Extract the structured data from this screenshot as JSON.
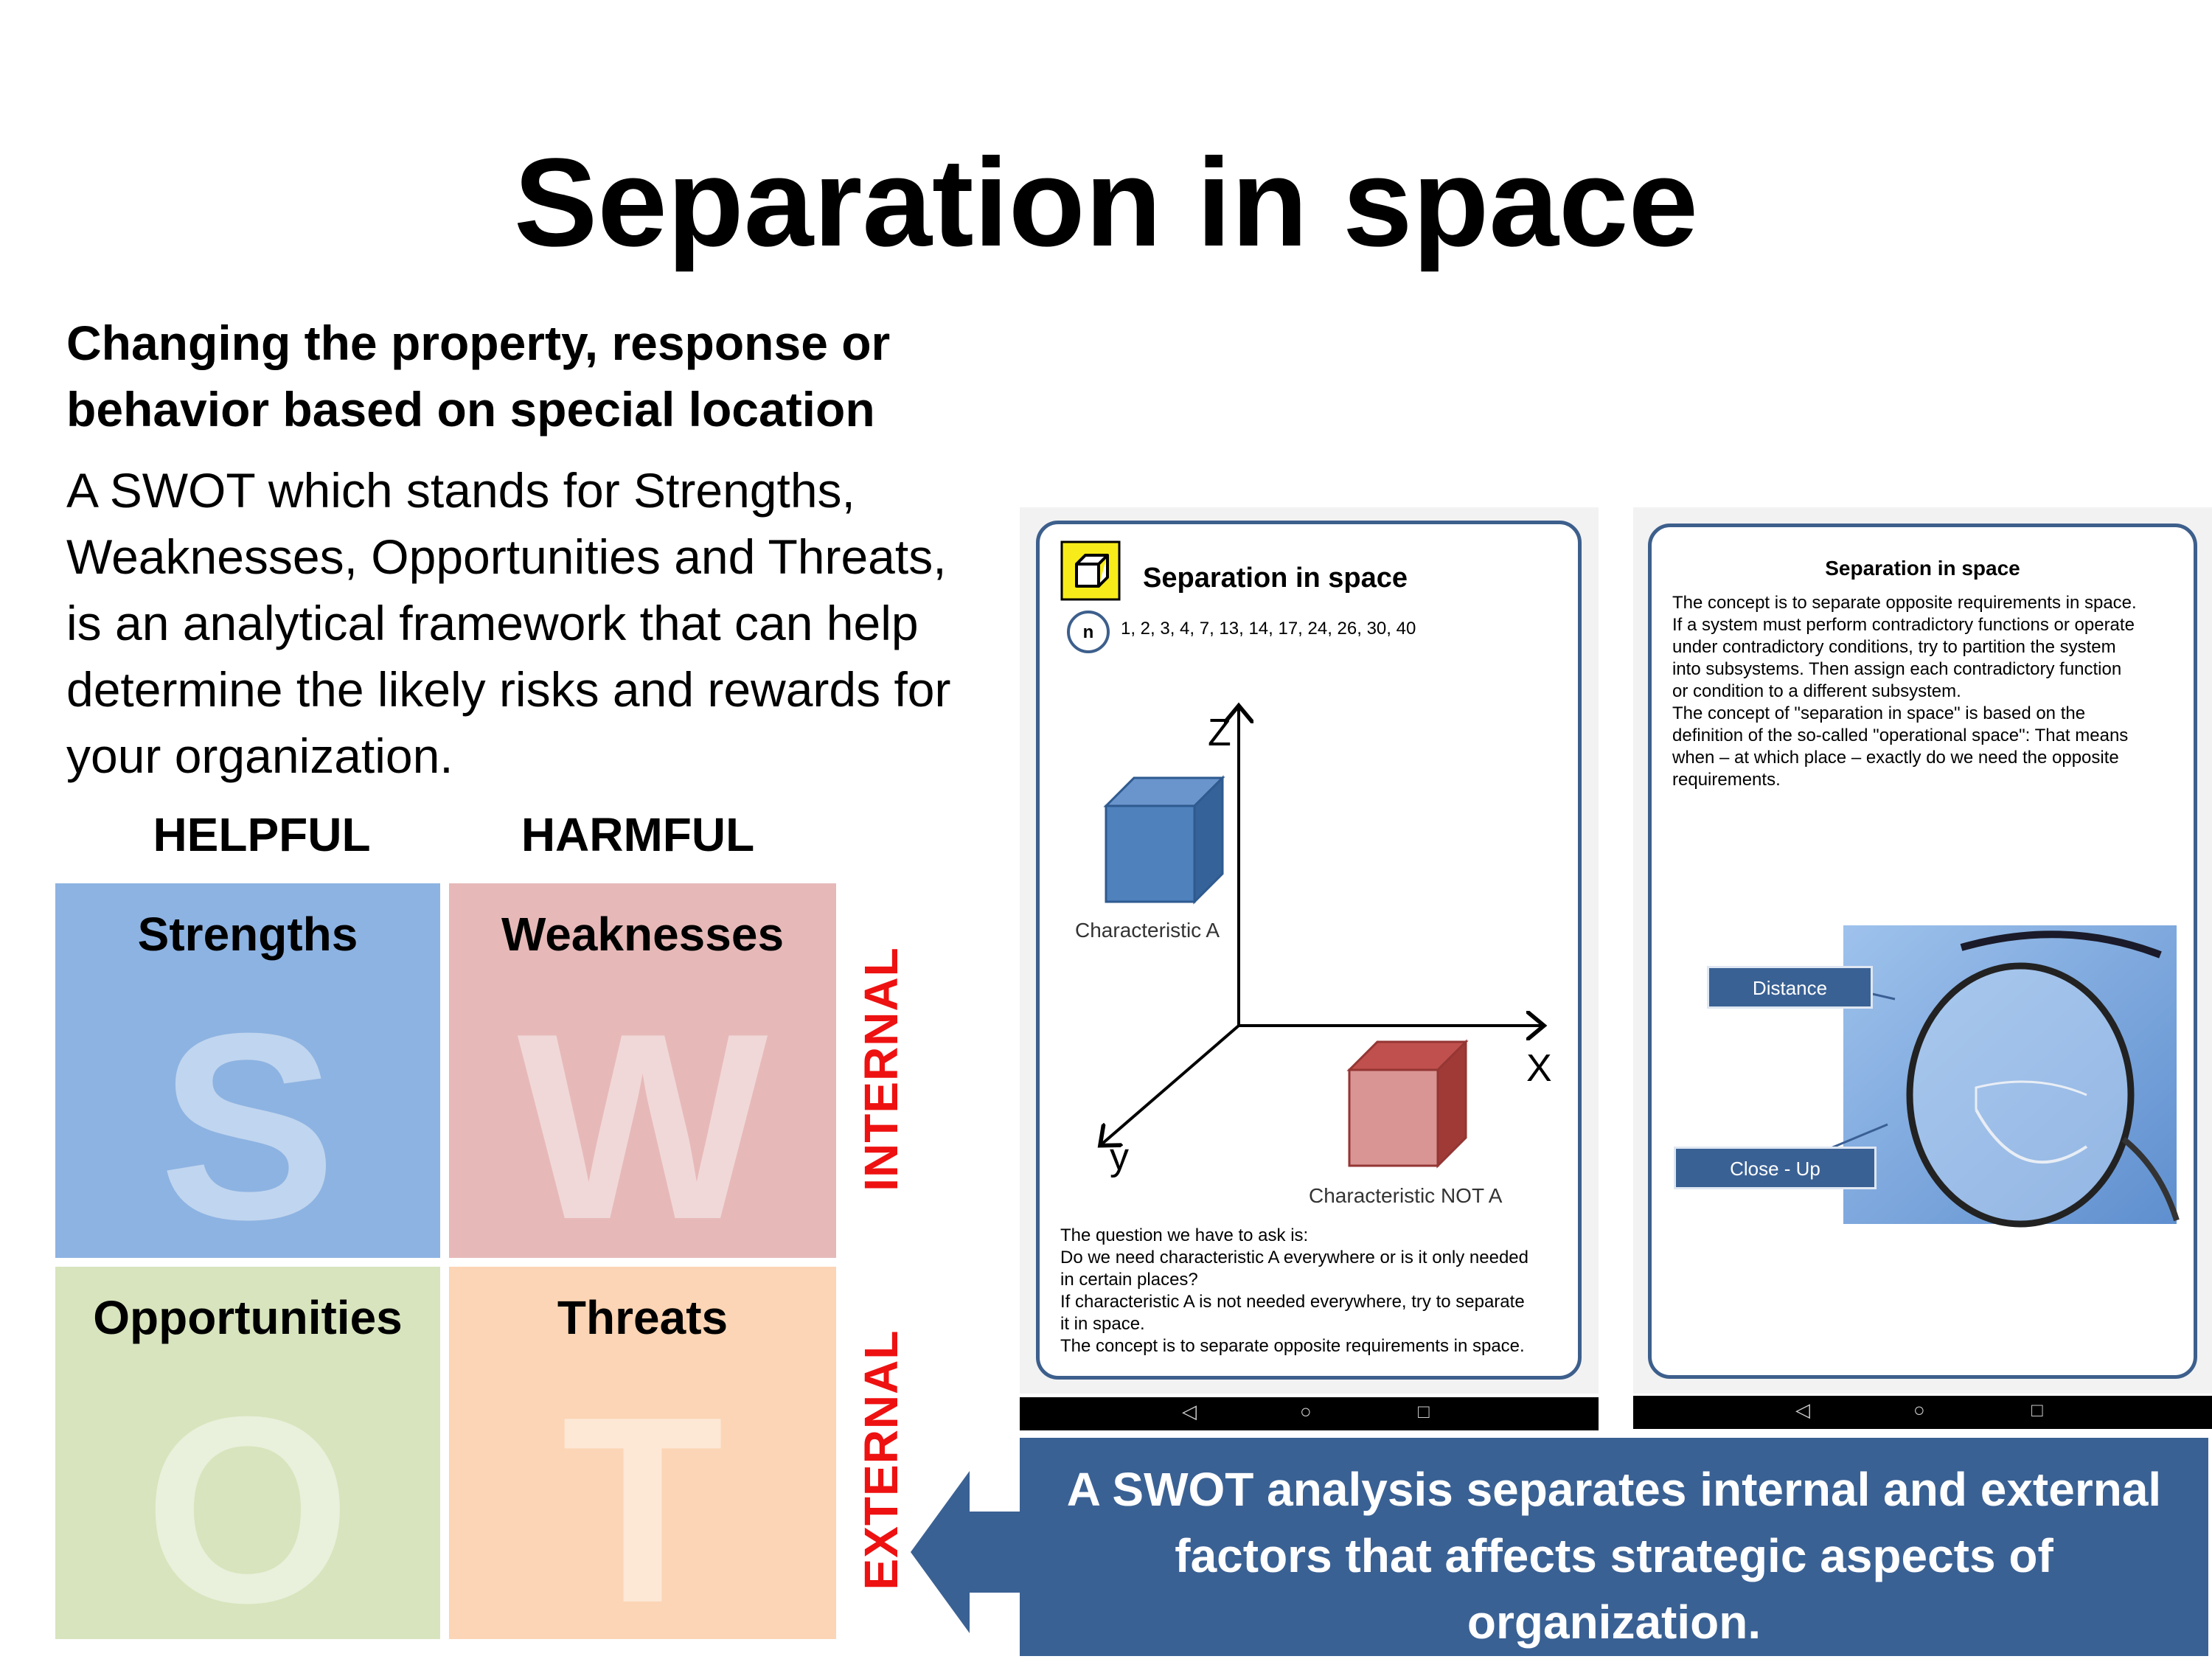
{
  "slide": {
    "title": "Separation in space",
    "subtitle": "Changing the property, response or behavior based on special location",
    "body": "A SWOT which stands for Strengths, Weaknesses, Opportunities and Threats, is an analytical framework that can help determine the likely risks and rewards for your organization."
  },
  "swot": {
    "col_helpful": "HELPFUL",
    "col_harmful": "HARMFUL",
    "row_internal": "INTERNAL",
    "row_external": "EXTERNAL",
    "quadrants": [
      {
        "label": "Strengths",
        "letter": "S",
        "color": "#8db3e2"
      },
      {
        "label": "Weaknesses",
        "letter": "W",
        "color": "#e6b9b8"
      },
      {
        "label": "Opportunities",
        "letter": "O",
        "color": "#d7e4bd"
      },
      {
        "label": "Threats",
        "letter": "T",
        "color": "#fbd5b5"
      }
    ]
  },
  "card_left": {
    "title": "Separation in space",
    "badge": "n",
    "numbers": "1, 2, 3, 4, 7, 13, 14, 17, 24, 26, 30, 40",
    "axis_z": "Z",
    "axis_x": "X",
    "axis_y": "y",
    "char_a": "Characteristic A",
    "char_not_a": "Characteristic  NOT A",
    "text_lines": [
      "The question we have to ask is:",
      "Do we need characteristic A everywhere or is it only needed",
      "in certain places?",
      "If characteristic A is not needed everywhere, try to separate",
      "it in space.",
      "The concept is to separate opposite requirements in space."
    ]
  },
  "card_right": {
    "title": "Separation in space",
    "text_lines": [
      "The concept is to separate opposite requirements in space.",
      "If a system must perform contradictory functions or operate",
      "under contradictory conditions, try to partition the system",
      "into subsystems. Then assign each contradictory function",
      "or condition to a different subsystem.",
      "The concept of \"separation in space\" is based on the",
      "definition of the so-called \"operational space\": That means",
      "when – at which place – exactly do we need the opposite",
      "requirements."
    ],
    "label_distance": "Distance",
    "label_closeup": "Close - Up"
  },
  "navbar": {
    "back": "◁",
    "home": "○",
    "recent": "□"
  },
  "callout": {
    "text": "A SWOT analysis separates internal and external factors that affects strategic aspects of organization.",
    "color": "#3a6194"
  }
}
